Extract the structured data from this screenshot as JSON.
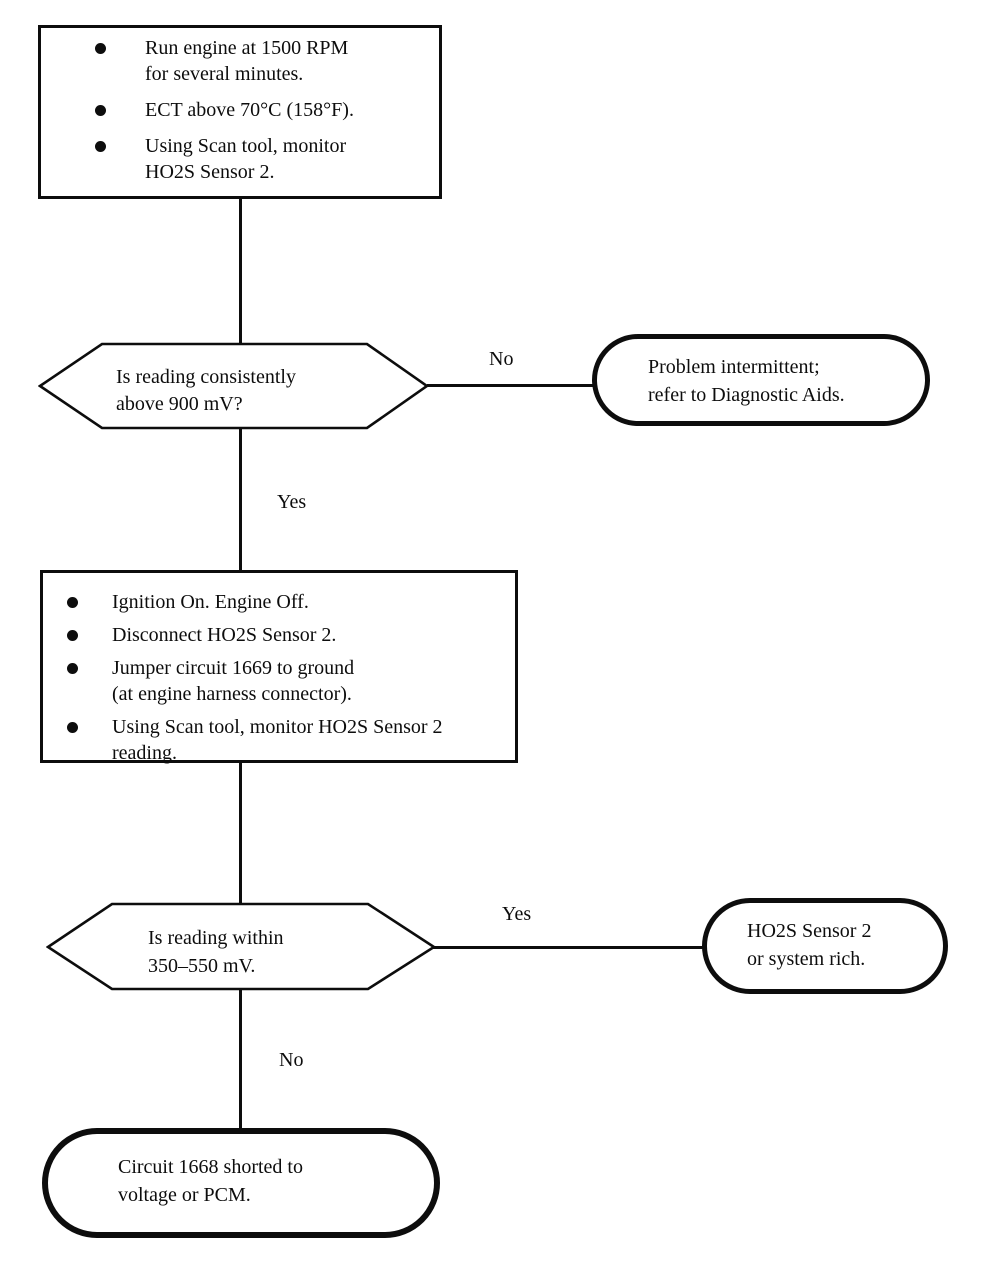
{
  "colors": {
    "ink": "#0d0d0d",
    "background": "#ffffff"
  },
  "flowchart": {
    "step1": {
      "bullets": [
        "Run engine at 1500 RPM\nfor several minutes.",
        "ECT above 70°C (158°F).",
        "Using Scan tool, monitor\nHO2S Sensor 2."
      ]
    },
    "decision1": {
      "question": "Is reading consistently\nabove 900 mV?",
      "no_label": "No",
      "yes_label": "Yes"
    },
    "terminal_intermittent": {
      "text": "Problem intermittent;\nrefer to Diagnostic Aids."
    },
    "step2": {
      "bullets": [
        "Ignition On. Engine Off.",
        "Disconnect HO2S Sensor 2.",
        "Jumper circuit 1669 to ground\n(at engine harness connector).",
        "Using Scan tool, monitor HO2S Sensor 2\nreading."
      ]
    },
    "decision2": {
      "question": "Is reading within\n350–550 mV.",
      "yes_label": "Yes",
      "no_label": "No"
    },
    "terminal_rich": {
      "text": "HO2S Sensor 2\nor system rich."
    },
    "terminal_short": {
      "text": "Circuit 1668 shorted to\nvoltage or PCM."
    }
  }
}
